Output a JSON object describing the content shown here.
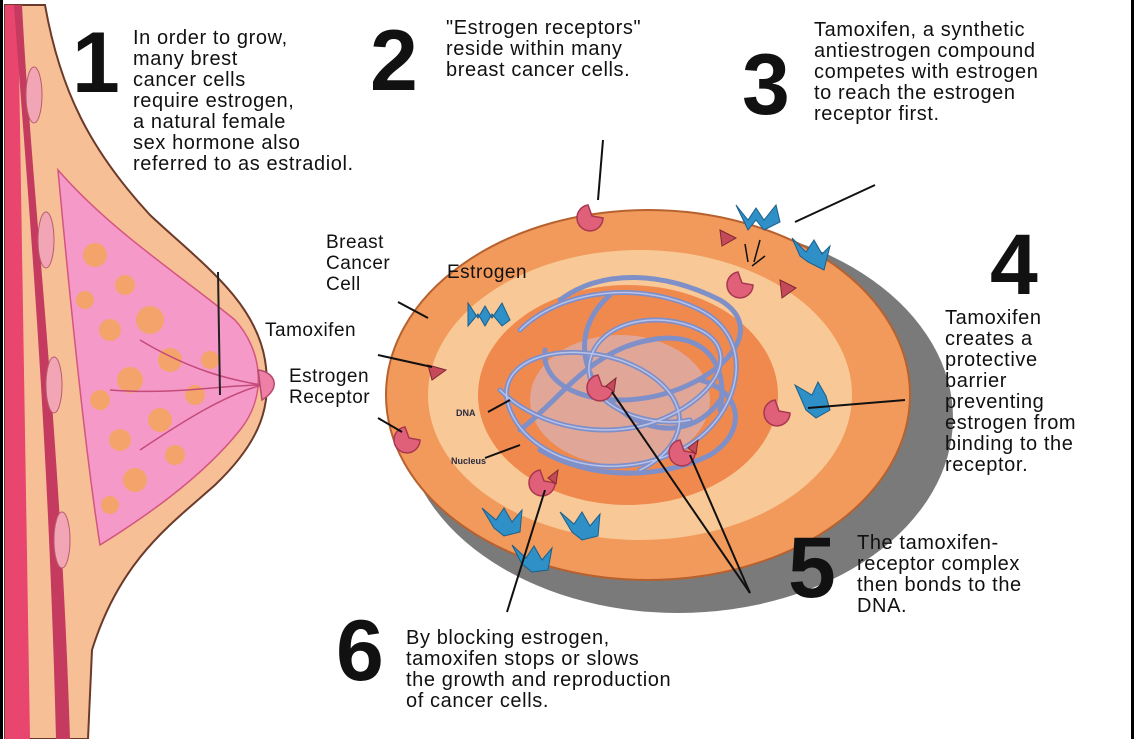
{
  "steps": [
    {
      "number": "1",
      "text": "In order to grow,\nmany brest\ncancer cells\nrequire estrogen,\na natural female\nsex hormone also\nreferred to as estradiol."
    },
    {
      "number": "2",
      "text": "\"Estrogen receptors\"\nreside within many\nbreast cancer cells."
    },
    {
      "number": "3",
      "text": "Tamoxifen, a synthetic\nantiestrogen compound\ncompetes with estrogen\nto reach the estrogen\nreceptor first."
    },
    {
      "number": "4",
      "text": "Tamoxifen\ncreates a\nprotective\nbarrier\npreventing\nestrogen from\nbinding to the\nreceptor."
    },
    {
      "number": "5",
      "text": "The tamoxifen-\nreceptor complex\nthen bonds to the\nDNA."
    },
    {
      "number": "6",
      "text": "By blocking estrogen,\ntamoxifen stops or slows\nthe growth and reproduction\nof cancer cells."
    }
  ],
  "labels": {
    "breast_cancer_cell": "Breast\nCancer\nCell",
    "estrogen": "Estrogen",
    "tamoxifen": "Tamoxifen",
    "estrogen_receptor": "Estrogen\nReceptor",
    "dna": "DNA",
    "nucleus": "Nucleus"
  },
  "colors": {
    "cell_outer": "#f29a5c",
    "cell_middle": "#f8c996",
    "nucleus": "#f0894e",
    "cell_shadow": "#7a7a7a",
    "dna_strand": "#7f8fc8",
    "estrogen": "#2f8fc7",
    "tamoxifen": "#c44a5a",
    "receptor": "#e0607a",
    "breast_skin": "#f6bf96",
    "breast_tissue": "#f59ac8",
    "lobules": "#f4a460",
    "chest_wall": "#e8456f"
  }
}
